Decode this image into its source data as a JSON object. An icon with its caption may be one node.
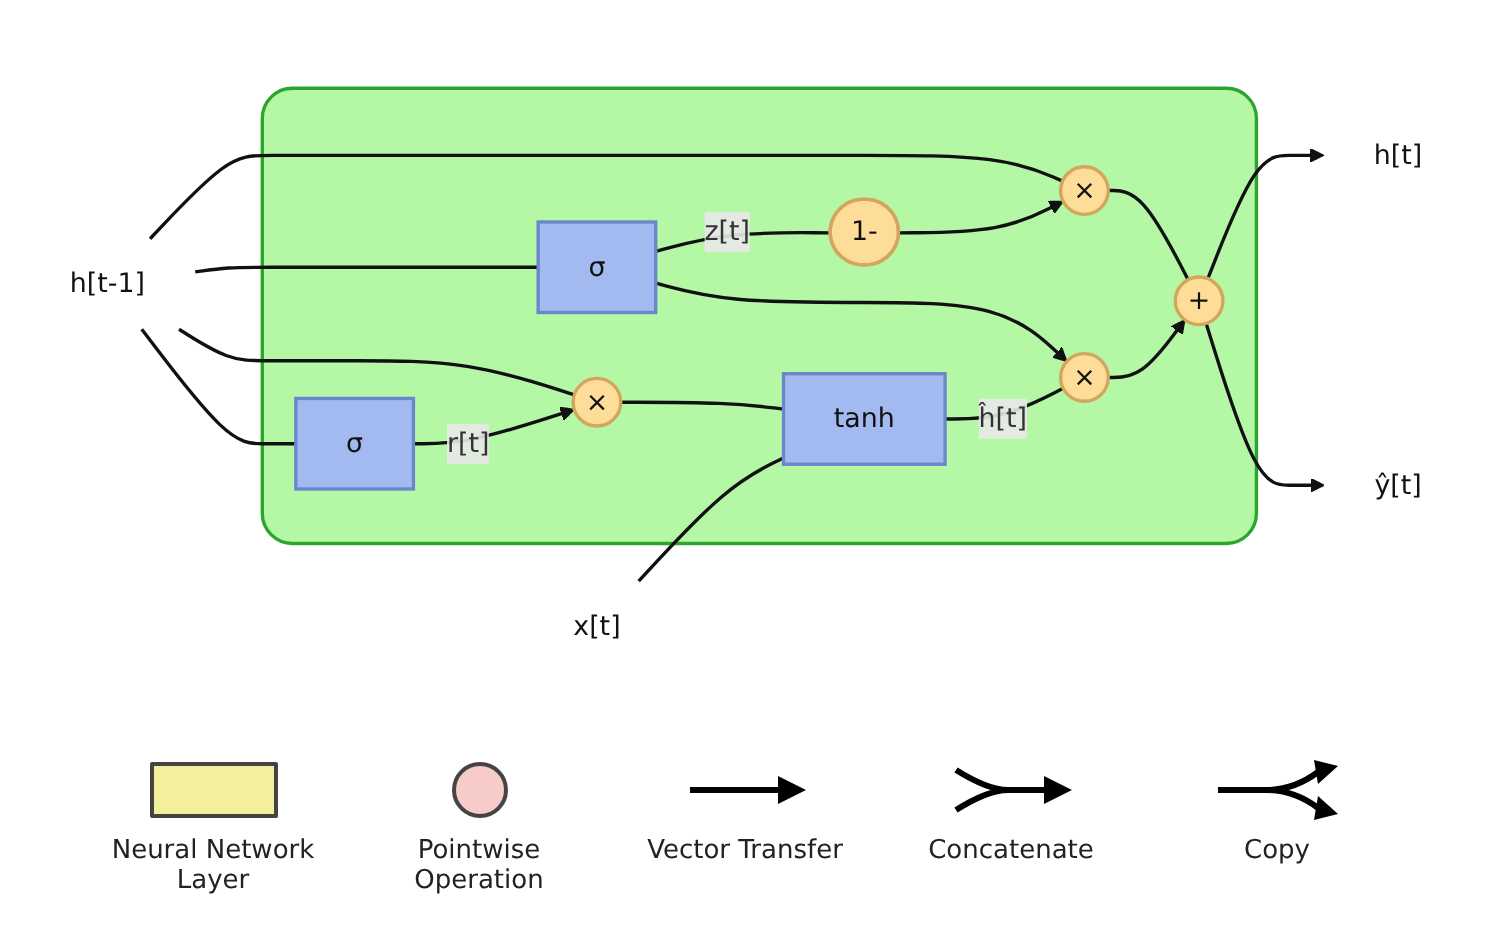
{
  "diagram": {
    "nodes": [
      {
        "text": [],
        "shape": "box"
      },
      {
        "text": [
          "h[t-1]"
        ]
      },
      {
        "text": [
          "×"
        ],
        "in": 0
      },
      {
        "text": [
          "+"
        ],
        "in": 0
      },
      {
        "text": [
          "h[t]"
        ]
      },
      {
        "text": [
          "ŷ[t]"
        ]
      },
      {
        "text": [
          "×"
        ],
        "in": 0
      },
      {
        "text": [
          "1-"
        ],
        "in": 0
      },
      {
        "text": [
          "×"
        ],
        "in": 0
      },
      {
        "text": [
          "σ"
        ],
        "in": 0
      },
      {
        "text": [
          "σ"
        ],
        "in": 0
      },
      {
        "text": [
          "tanh"
        ],
        "in": 0
      },
      {
        "text": [
          "x[t]"
        ]
      }
    ],
    "edges": [
      {
        "from": 1,
        "to": 2,
        "arrow": "none"
      },
      {
        "from": 2,
        "to": 3,
        "arrow": "none"
      },
      {
        "from": 3,
        "to": 4,
        "arrow": "to"
      },
      {
        "from": 3,
        "to": 5,
        "arrow": "to"
      },
      {
        "from": 1,
        "to": 6,
        "arrow": "none"
      },
      {
        "from": 1,
        "to": 9,
        "arrow": "none"
      },
      {
        "from": 1,
        "to": 10,
        "arrow": "none"
      },
      {
        "from": 9,
        "to": 6,
        "arrow": "to",
        "label": "r[t]"
      },
      {
        "from": 10,
        "to": 7,
        "arrow": "none",
        "label": "z[t]"
      },
      {
        "from": 7,
        "to": 2,
        "arrow": "to"
      },
      {
        "from": 10,
        "to": 8,
        "arrow": "to"
      },
      {
        "from": 6,
        "to": 11,
        "arrow": "none"
      },
      {
        "from": 12,
        "to": 11,
        "arrow": "none"
      },
      {
        "from": 11,
        "to": 8,
        "arrow": "none",
        "label": "ĥ[t]"
      },
      {
        "from": 8,
        "to": 3,
        "arrow": "to"
      }
    ],
    "legend": [
      {
        "text": "Neural Network Layer",
        "color": "#f4ef9a"
      },
      {
        "text": "Pointwise Operation",
        "color": "#f8cbcb"
      },
      {
        "text": "Vector Transfer"
      },
      {
        "text": "Concatenate"
      },
      {
        "text": "Copy"
      }
    ]
  }
}
